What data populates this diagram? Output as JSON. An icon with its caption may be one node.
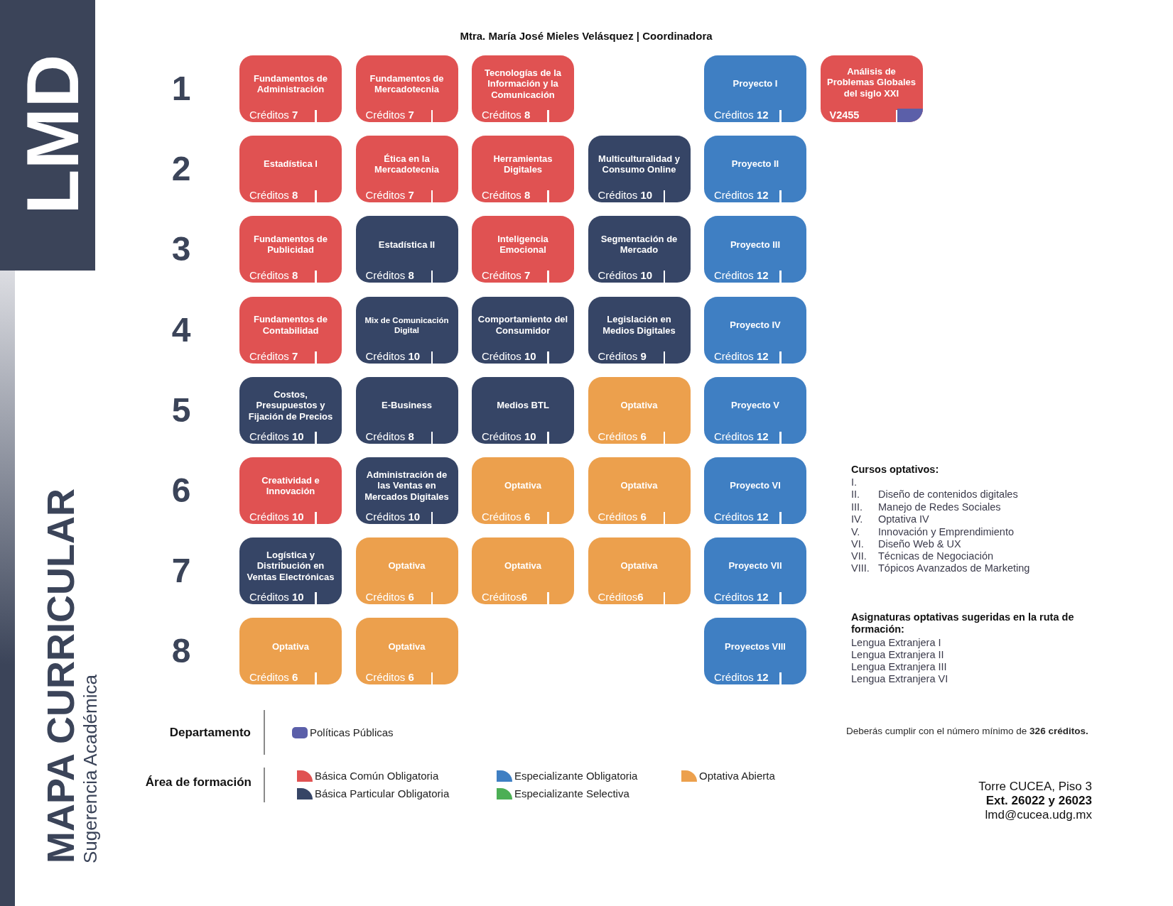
{
  "diagram": {
    "title": "MAPA CURRICULAR",
    "nodes": [
      {
        "text": [
          "Fundamentos de Administración",
          "Créditos **7**"
        ]
      },
      {
        "text": [
          "Fundamentos de Mercadotecnia",
          "Créditos **7**"
        ]
      },
      {
        "text": [
          "Tecnologías de la Información y la Comunicación",
          "Créditos **8**"
        ]
      },
      {
        "text": [
          "Proyecto I",
          "Créditos **12**"
        ]
      },
      {
        "text": [
          "Análisis de Problemas Globales del siglo XXI",
          "V2455"
        ]
      },
      {
        "text": [
          "Estadística I",
          "Créditos **8**"
        ]
      },
      {
        "text": [
          "Ética en la Mercadotecnia",
          "Créditos **7**"
        ]
      },
      {
        "text": [
          "Herramientas Digitales",
          "Créditos **8**"
        ]
      },
      {
        "text": [
          "Multiculturalidad y Consumo Online",
          "Créditos **10**"
        ]
      },
      {
        "text": [
          "Proyecto II",
          "Créditos **12**"
        ]
      },
      {
        "text": [
          "Fundamentos de Publicidad",
          "Créditos **8**"
        ]
      },
      {
        "text": [
          "Estadística II",
          "Créditos **8**"
        ]
      },
      {
        "text": [
          "Inteligencia Emocional",
          "Créditos **7**"
        ]
      },
      {
        "text": [
          "Segmentación de Mercado",
          "Créditos **10**"
        ]
      },
      {
        "text": [
          "Proyecto III",
          "Créditos **12**"
        ]
      },
      {
        "text": [
          "Fundamentos de Contabilidad",
          "Créditos **7**"
        ]
      },
      {
        "text": [
          "Mix de Comunicación Digital",
          "Créditos **10**"
        ]
      },
      {
        "text": [
          "Comportamiento del Consumidor",
          "Créditos **10**"
        ]
      },
      {
        "text": [
          "Legislación en Medios Digitales",
          "Créditos **9**"
        ]
      },
      {
        "text": [
          "Proyecto IV",
          "Créditos **12**"
        ]
      },
      {
        "text": [
          "Costos, Presupuestos y Fijación de Precios",
          "Créditos **10**"
        ]
      },
      {
        "text": [
          "E-Business",
          "Créditos **8**"
        ]
      },
      {
        "text": [
          "Medios BTL",
          "Créditos **10**"
        ]
      },
      {
        "text": [
          "Optativa",
          "Créditos **6**"
        ]
      },
      {
        "text": [
          "Proyecto V",
          "Créditos **12**"
        ]
      },
      {
        "text": [
          "Creatividad e Innovación",
          "Créditos **10**"
        ]
      },
      {
        "text": [
          "Administración de las Ventas en Mercados Digitales",
          "Créditos **10**"
        ]
      },
      {
        "text": [
          "Optativa",
          "Créditos **6**"
        ]
      },
      {
        "text": [
          "Optativa",
          "Créditos **6**"
        ]
      },
      {
        "text": [
          "Proyecto VI",
          "Créditos **12**"
        ]
      },
      {
        "text": [
          "Logística y Distribución en Ventas Electrónicas",
          "Créditos **10**"
        ]
      },
      {
        "text": [
          "Optativa",
          "Créditos **6**"
        ]
      },
      {
        "text": [
          "Optativa",
          "Créditos**6**"
        ]
      },
      {
        "text": [
          "Optativa",
          "Créditos**6**"
        ]
      },
      {
        "text": [
          "Proyecto VII",
          "Créditos **12**"
        ]
      },
      {
        "text": [
          "Optativa",
          "Créditos **6**"
        ]
      },
      {
        "text": [
          "Optativa",
          "Créditos **6**"
        ]
      },
      {
        "text": [
          "Proyectos VIII",
          "Créditos **12**"
        ]
      }
    ],
    "labels": [
      "LMD",
      "Mtra. María José Mieles Velásquez | Coordinadora",
      "Sugerencia Académica",
      "1",
      "2",
      "3",
      "4",
      "5",
      "6",
      "7",
      "8",
      "Cursos optativos:",
      "I.",
      "II.",
      "Diseño de contenidos digitales",
      "III.",
      "Manejo de Redes Sociales",
      "IV.",
      "Optativa IV",
      "V.",
      "Innovación y Emprendimiento",
      "VI.",
      "Diseño Web & UX",
      "VII.",
      "Técnicas de Negociación",
      "VIII.",
      "Tópicos Avanzados de Marketing",
      "Asignaturas optativas sugeridas en la ruta de formación:",
      "Lengua Extranjera I",
      "Lengua Extranjera II",
      "Lengua Extranjera III",
      "Lengua Extranjera VI",
      "Departamento",
      "Área de formación",
      "Deberás cumplir con el número mínimo de **326 créditos.**",
      "Torre CUCEA, Piso 3",
      "Ext. 26022 y 26023",
      "lmd@cucea.udg.mx"
    ],
    "legend": [
      {
        "text": "Políticas Públicas",
        "color": "#5b5fa9"
      },
      {
        "text": "Básica Común Obligatoria",
        "color": "#e05252"
      },
      {
        "text": "Especializante Obligatoria",
        "color": "#3f7fc3"
      },
      {
        "text": "Optativa Abierta",
        "color": "#eca04d"
      },
      {
        "text": "Básica Particular Obligatoria",
        "color": "#364566"
      },
      {
        "text": "Especializante Selectiva",
        "color": "#4caf55"
      }
    ]
  }
}
